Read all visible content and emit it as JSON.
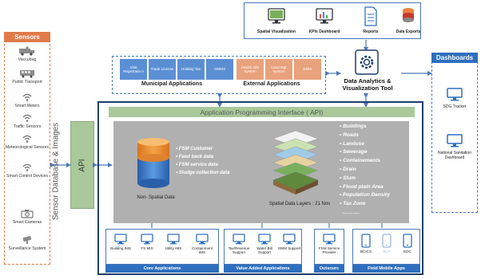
{
  "sensors": {
    "header": "Sensors",
    "items": [
      "Vaccubug",
      "Public Transport",
      "Smart Meters",
      "Traffic Sensors",
      "Meteorological Sensors",
      "Smart Control Devices",
      "Smart Cameras",
      "Surveillance System"
    ]
  },
  "sensor_db_label": "Sensor Database & Images",
  "api_label": "API",
  "top_outputs": [
    "Spatial Visualization",
    "KPIs Dashboard",
    "Reports",
    "Data Exports"
  ],
  "analytics_title": "Data Analytics & Visualization Tool",
  "apps": {
    "municipal": [
      "Vital Registratio n",
      "Trade License",
      "Holding Tax",
      "SWMS"
    ],
    "external": [
      "Health Info System",
      "Land Mgt System",
      "EMIS"
    ],
    "municipal_label": "Municipal Applications",
    "external_label": "External Applications"
  },
  "dashboards": {
    "header": "Dashboards",
    "items": [
      "SDG Tracker",
      "National Sanitation Dashboard"
    ]
  },
  "api_bar": "Application Programming Interface ( API)",
  "non_spatial": {
    "label": "Non- Spatial Data",
    "items": [
      "FSM Customer",
      "Feed back data",
      "FSM service data",
      "Sludge collection data"
    ]
  },
  "spatial": {
    "label": "Spatial Data Layers : 21 Nos",
    "items": [
      "Buildings",
      "Roads",
      "Landuse",
      "Sewerage",
      "Containements",
      "Drain",
      "Slum",
      "Flood plain Area",
      "Population Density",
      "Tax Zone",
      "………."
    ]
  },
  "bottom": {
    "core": {
      "label": "Core Applications",
      "items": [
        "Building IMS",
        "FS MIS",
        "Utility IMS",
        "Containment IMS"
      ]
    },
    "value_added": {
      "label": "Value Added Applications",
      "items": [
        "Tax/Revenue Support",
        "Water Bill Support",
        "SWM Support"
      ]
    },
    "outsource": {
      "label": "Outsourc",
      "items": [
        "FSM Service Provider"
      ]
    },
    "field": {
      "label": "Field Mobile Apps",
      "items": [
        "BCICS",
        "SCA",
        "EDC"
      ]
    }
  },
  "colors": {
    "navy": "#1f3f6b",
    "blue": "#2e6fbf",
    "orange": "#e07a49",
    "green": "#a9c99a",
    "gray": "#b0b0b0"
  }
}
